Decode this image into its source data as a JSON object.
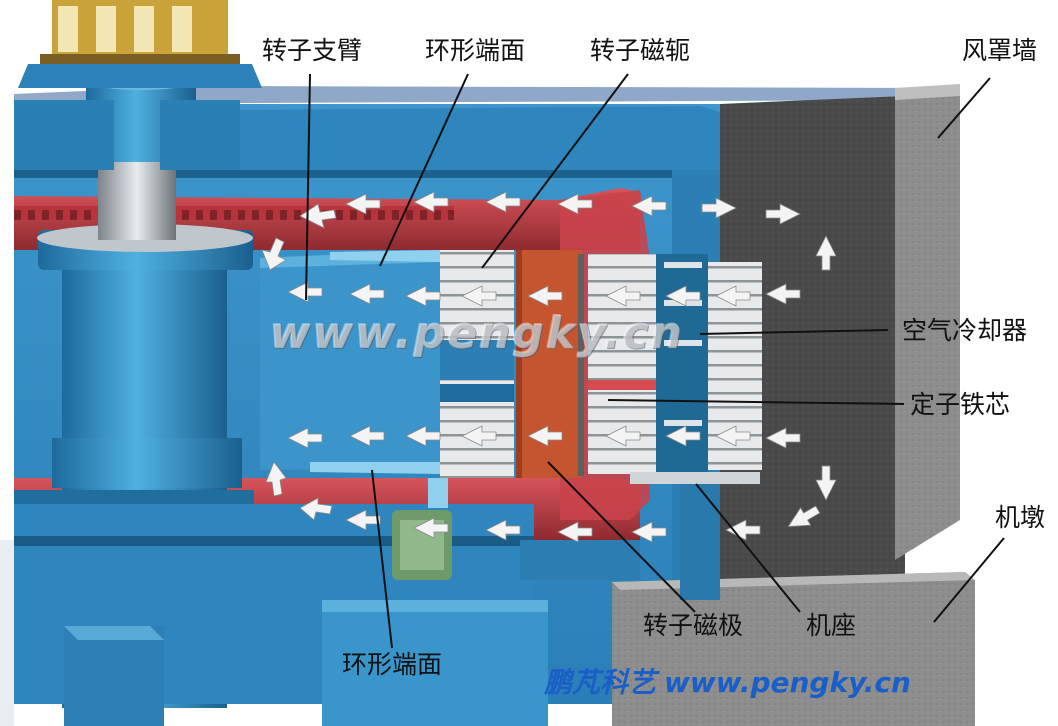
{
  "labels": {
    "rotor_arm": "转子支臂",
    "ring_end_face_top": "环形端面",
    "rotor_yoke": "转子磁轭",
    "wind_shroud_wall": "风罩墙",
    "air_cooler": "空气冷却器",
    "stator_core": "定子铁芯",
    "foundation_pier": "机墩",
    "rotor_pole": "转子磁极",
    "stator_frame": "机座",
    "ring_end_face_bottom": "环形端面"
  },
  "watermark": "www.pengky.cn",
  "brand": {
    "name": "鹏芃科艺",
    "url": "www.pengky.cn"
  },
  "colors": {
    "rotor_blue": "#2f86bf",
    "rotor_red": "#b8333a",
    "pole_orange": "#c2532c",
    "concrete_gray": "#8a8a8a",
    "airflow_arrow": "#f2f2f2",
    "brand_blue": "#1a5fc8"
  }
}
